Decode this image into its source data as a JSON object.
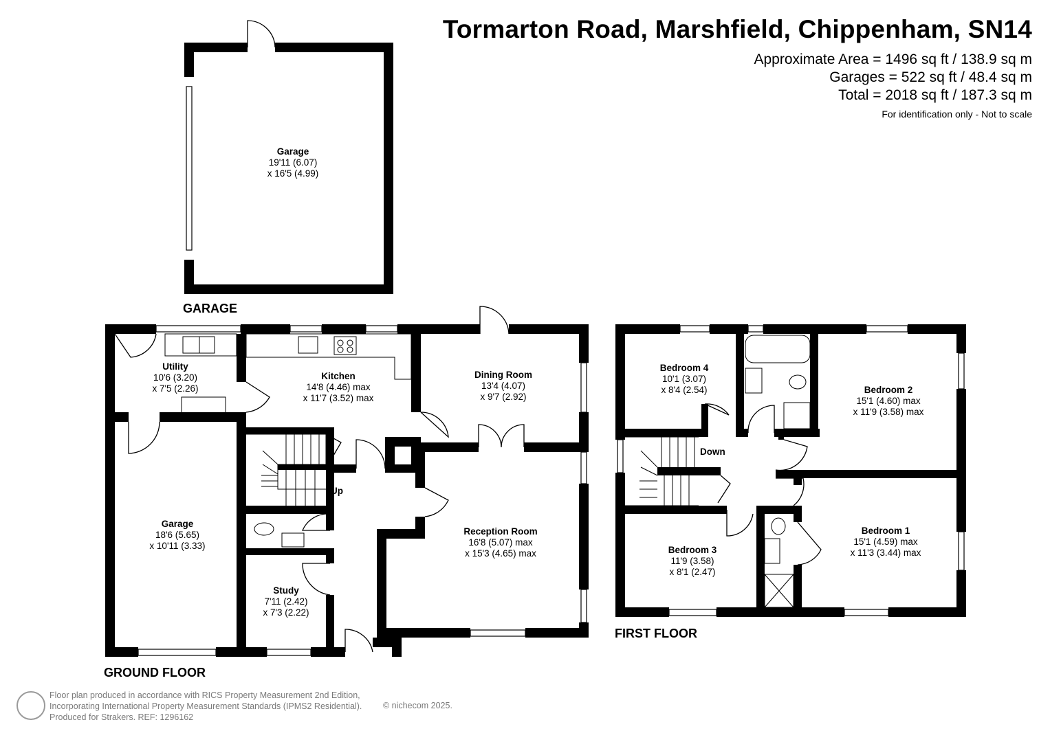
{
  "header": {
    "title": "Tormarton Road, Marshfield, Chippenham, SN14",
    "approx_area": "Approximate Area = 1496 sq ft / 138.9 sq m",
    "garages_area": "Garages = 522 sq ft / 48.4 sq m",
    "total_area": "Total = 2018 sq ft / 187.3 sq m",
    "disclaimer": "For identification only - Not to scale"
  },
  "floors": {
    "garage": "GARAGE",
    "ground": "GROUND FLOOR",
    "first": "FIRST FLOOR"
  },
  "rooms": {
    "detached_garage": {
      "name": "Garage",
      "dim1": "19'11 (6.07)",
      "dim2": "x 16'5 (4.99)"
    },
    "utility": {
      "name": "Utility",
      "dim1": "10'6 (3.20)",
      "dim2": "x 7'5 (2.26)"
    },
    "kitchen": {
      "name": "Kitchen",
      "dim1": "14'8 (4.46) max",
      "dim2": "x 11'7 (3.52) max"
    },
    "dining": {
      "name": "Dining Room",
      "dim1": "13'4 (4.07)",
      "dim2": "x 9'7 (2.92)"
    },
    "integral_garage": {
      "name": "Garage",
      "dim1": "18'6 (5.65)",
      "dim2": "x 10'11 (3.33)"
    },
    "reception": {
      "name": "Reception Room",
      "dim1": "16'8 (5.07) max",
      "dim2": "x 15'3 (4.65) max"
    },
    "study": {
      "name": "Study",
      "dim1": "7'11 (2.42)",
      "dim2": "x 7'3 (2.22)"
    },
    "bedroom4": {
      "name": "Bedroom 4",
      "dim1": "10'1 (3.07)",
      "dim2": "x 8'4 (2.54)"
    },
    "bedroom2": {
      "name": "Bedroom 2",
      "dim1": "15'1 (4.60) max",
      "dim2": "x 11'9 (3.58) max"
    },
    "bedroom3": {
      "name": "Bedroom 3",
      "dim1": "11'9 (3.58)",
      "dim2": "x 8'1 (2.47)"
    },
    "bedroom1": {
      "name": "Bedroom 1",
      "dim1": "15'1 (4.59) max",
      "dim2": "x 11'3 (3.44) max"
    }
  },
  "stairs": {
    "up": "Up",
    "down": "Down"
  },
  "footer": {
    "line1": "Floor plan produced in accordance with RICS Property Measurement 2nd Edition,",
    "line2": "Incorporating International Property Measurement Standards (IPMS2 Residential).",
    "line3": "Produced for Strakers.   REF: 1296162",
    "copyright": "© nichecom 2025."
  },
  "colors": {
    "walls": "#000000",
    "footer_text": "#7a7a7a"
  }
}
